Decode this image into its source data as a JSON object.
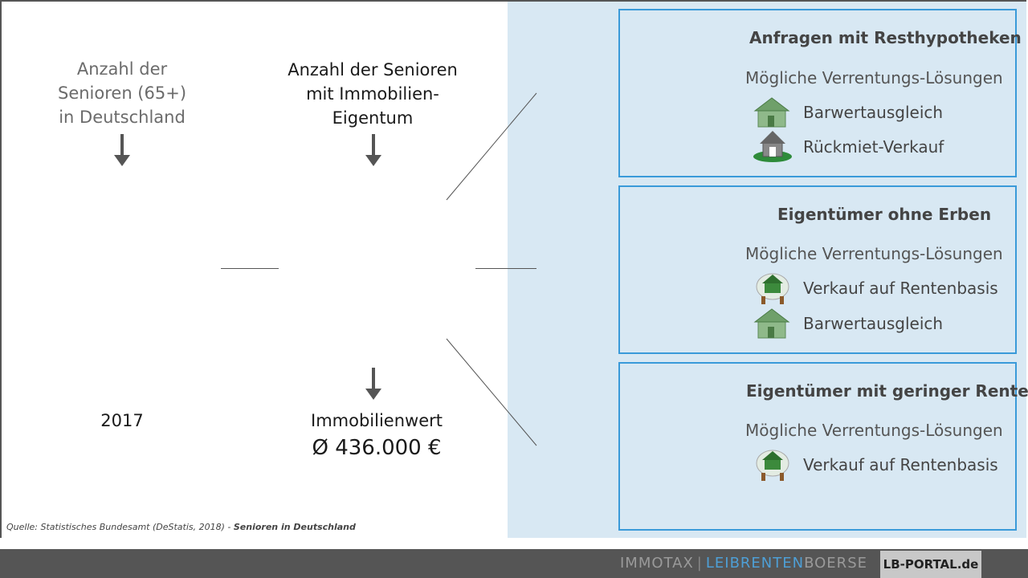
{
  "left": {
    "col1_heading": [
      "Anzahl der",
      "Senioren (65+)",
      "in Deutschland"
    ],
    "col2_heading": [
      "Anzahl der Senioren",
      "mit Immobilien-",
      "Eigentum"
    ],
    "year": "2017",
    "value_label": "Immobilienwert",
    "value_amount": "Ø 436.000 €"
  },
  "boxes": [
    {
      "title": "Anfragen mit Resthypotheken",
      "subtitle": "Mögliche Verrentungs-Lösungen",
      "options": [
        {
          "label": "Barwertausgleich",
          "icon": "money-house-icon"
        },
        {
          "label": "Rückmiet-Verkauf",
          "icon": "house-arrows-icon"
        }
      ]
    },
    {
      "title": "Eigentümer ohne Erben",
      "subtitle": "Mögliche Verrentungs-Lösungen",
      "options": [
        {
          "label": "Verkauf auf Rentenbasis",
          "icon": "piggy-house-icon"
        },
        {
          "label": "Barwertausgleich",
          "icon": "money-house-icon"
        }
      ]
    },
    {
      "title": "Eigentümer mit geringer Rente",
      "subtitle": "Mögliche Verrentungs-Lösungen",
      "options": [
        {
          "label": "Verkauf auf Rentenbasis",
          "icon": "piggy-house-icon"
        }
      ]
    }
  ],
  "source": {
    "prefix": "Quelle: Statistisches Bundesamt (DeStatis, 2018) - ",
    "title": "Senioren in Deutschland"
  },
  "footer": {
    "brand_part1": "IMMOTAX",
    "brand_part2": "LEIBRENTEN",
    "brand_part3": "BOERSE",
    "portal": "LB-PORTAL.de"
  }
}
